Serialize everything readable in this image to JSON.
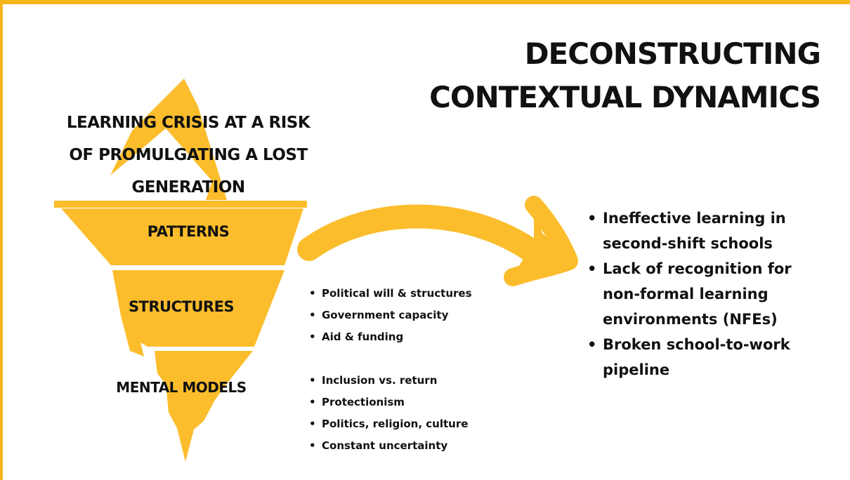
{
  "title": {
    "line1": "DECONSTRUCTING",
    "line2": "CONTEXTUAL DYNAMICS"
  },
  "iceberg": {
    "tip_label": {
      "line1": "LEARNING CRISIS AT A RISK",
      "line2": "OF PROMULGATING A LOST",
      "line3": "GENERATION"
    },
    "layers": {
      "patterns": "PATTERNS",
      "structures": "STRUCTURES",
      "mental_models": "MENTAL MODELS"
    }
  },
  "lists": {
    "patterns": [
      "Ineffective learning in",
      "second-shift schools",
      "Lack of recognition for",
      "non-formal learning",
      "environments (NFEs)",
      "Broken school-to-work",
      "pipeline"
    ],
    "structures": [
      "Political will & structures",
      "Government capacity",
      "Aid & funding"
    ],
    "mental_models": [
      "Inclusion vs. return",
      "Protectionism",
      "Politics, religion, culture",
      "Constant uncertainty"
    ]
  },
  "colors": {
    "accent": "#F4B41A",
    "iceberg_fill": "#FBBD2C",
    "text": "#111111",
    "background": "#FFFFFF"
  }
}
